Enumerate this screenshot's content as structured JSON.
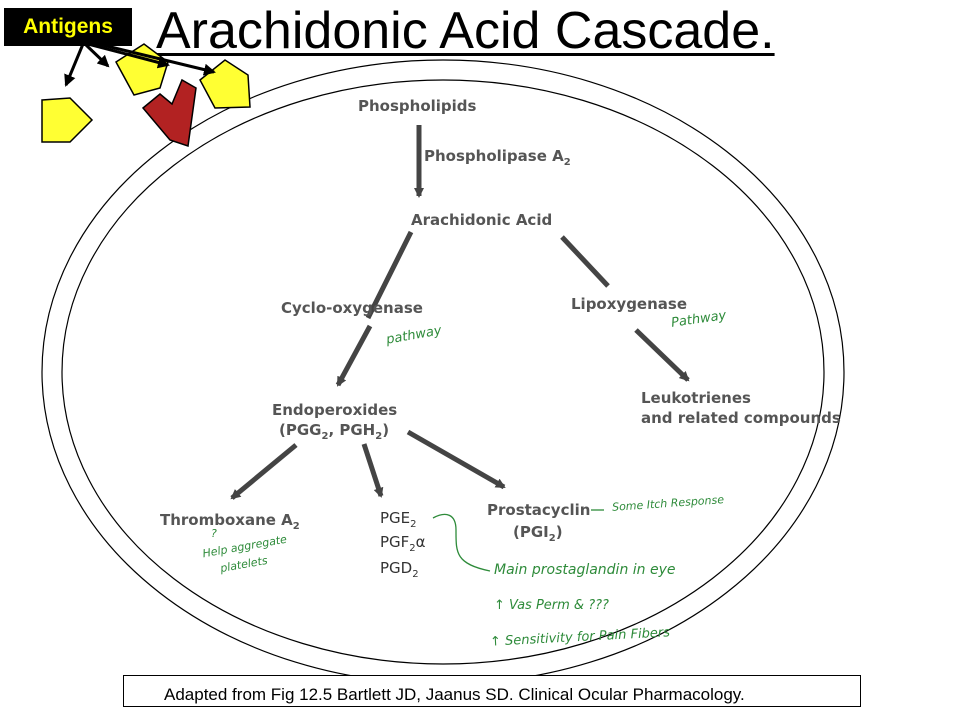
{
  "title": "Arachidonic Acid Cascade.",
  "antigens_label": "Antigens",
  "nodes": {
    "phospholipids": "Phospholipids",
    "phospholipase": "Phospholipase A",
    "phospholipase_sub": "2",
    "arachidonic": "Arachidonic Acid",
    "cyclo": "Cyclo-oxygenase",
    "lipox": "Lipoxygenase",
    "endo_line1": "Endoperoxides",
    "endo_line2": "(PGG",
    "endo_sub1": "2",
    "endo_mid": ", PGH",
    "endo_sub2": "2",
    "endo_end": ")",
    "leuko_line1": "Leukotrienes",
    "leuko_line2": "and related compounds",
    "thromb": "Thromboxane A",
    "thromb_sub": "2",
    "pge": "PGE",
    "pge_sub": "2",
    "pgf": "PGF",
    "pgf_sub": "2",
    "pgf_alpha": "α",
    "pgd": "PGD",
    "pgd_sub": "2",
    "prosta": "Prostacyclin",
    "pgi_open": "(PGI",
    "pgi_sub": "2",
    "pgi_close": ")"
  },
  "handwriting": {
    "cyclo_note": "pathway",
    "lipox_note": "Pathway",
    "itch": "Some Itch Response",
    "q_mark": "?",
    "platelets1": "Help aggregate",
    "platelets2": "platelets",
    "main_pg": "Main prostaglandin in eye",
    "vaso": "↑ Vas Perm & ???",
    "sens": "↑ Sensitivity for Pain Fibers"
  },
  "footer": "Adapted from Fig 12.5 Bartlett JD, Jaanus SD. Clinical Ocular Pharmacology.",
  "colors": {
    "antigen_yellow": "#ffff33",
    "antigen_red": "#b22222",
    "handwriting_green": "#2e8b3a",
    "label_gray": "#555555"
  }
}
